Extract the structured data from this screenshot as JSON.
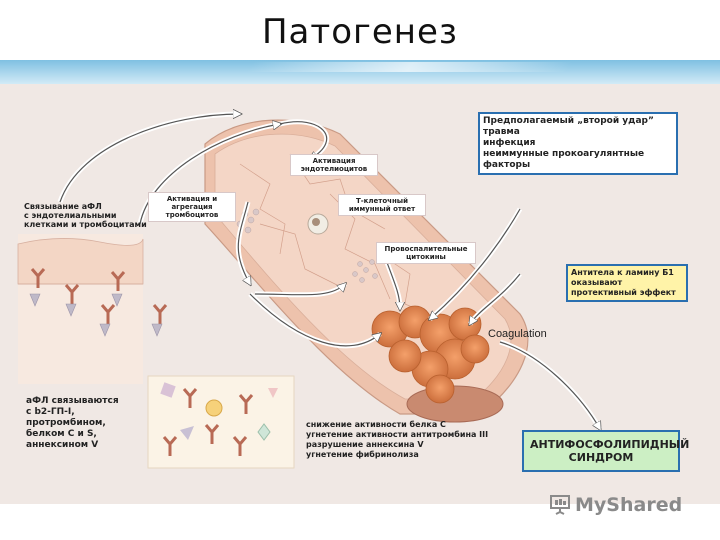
{
  "slide": {
    "title": "Патогенез"
  },
  "labels": {
    "binding_endothelial": [
      "Связывание аФЛ",
      "с эндотелиальными",
      "клетками и тромбоцитами"
    ],
    "apl_binding": [
      "аФЛ связываются",
      "с b2-ГП-I,",
      "протромбином,",
      "белком С и S,",
      "аннексином V"
    ],
    "coagulation": "Coagulation",
    "effects_list": [
      "снижение активности белка С",
      "угнетение активности антитромбина III",
      "разрушение аннексина V",
      "угнетение фибринолиза"
    ]
  },
  "boxes": {
    "endothelial_activation": [
      "Активация",
      "эндотелиоцитов"
    ],
    "platelet_activation": [
      "Активация и",
      "агрегация",
      "тромбоцитов"
    ],
    "t_cell": [
      "Т-клеточный",
      "иммунный ответ"
    ],
    "cytokines": [
      "Провоспалительные",
      "цитокины"
    ],
    "second_hit": [
      "Предполагаемый „второй удар”",
      "травма",
      "инфекция",
      "неиммунные прокоагулянтные",
      "факторы"
    ],
    "laminin": [
      "Антитела к ламину Б1",
      "оказывают",
      "протективный эффект"
    ],
    "syndrome": [
      "АНТИФОСФОЛИПИДНЫЙ",
      "СИНДРОМ"
    ]
  },
  "watermark": {
    "text": "MyShared"
  },
  "colors": {
    "banner": "#7fc0e2",
    "vessel": "#e8b8a0",
    "clot": "#e08850",
    "box_border": "#2a6fb0",
    "yellow_box": "#fff3a8",
    "green_box": "#ccefc4"
  }
}
